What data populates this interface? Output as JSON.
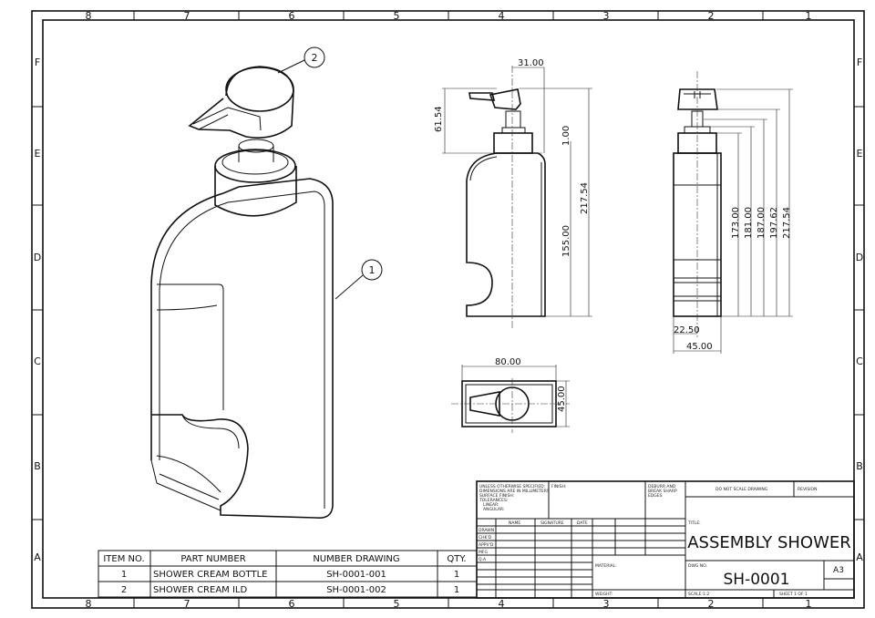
{
  "zones": {
    "columns": [
      "8",
      "7",
      "6",
      "5",
      "4",
      "3",
      "2",
      "1"
    ],
    "rows": [
      "F",
      "E",
      "D",
      "C",
      "B",
      "A"
    ]
  },
  "balloons": [
    "1",
    "2"
  ],
  "dimensions": {
    "front_view": [
      "31.00",
      "61.54",
      "1.00",
      "217.54",
      "155.00"
    ],
    "side_view": [
      "173.00",
      "181.00",
      "187.00",
      "197.62",
      "217.54",
      "22.50",
      "45.00"
    ],
    "top_view": [
      "80.00",
      "45.00"
    ]
  },
  "bom": {
    "headers": [
      "ITEM NO.",
      "PART NUMBER",
      "NUMBER DRAWING",
      "QTY."
    ],
    "rows": [
      [
        "1",
        "SHOWER CREAM BOTTLE",
        "SH-0001-001",
        "1"
      ],
      [
        "2",
        "SHOWER CREAM ILD",
        "SH-0001-002",
        "1"
      ]
    ]
  },
  "title_block": {
    "notes": [
      "UNLESS OTHERWISE SPECIFIED:",
      "DIMENSIONS ARE IN MILLIMETERS",
      "SURFACE FINISH:",
      "TOLERANCES:",
      "LINEAR:",
      "ANGULAR:"
    ],
    "finish": "FINISH:",
    "deburr": [
      "DEBURR AND",
      "BREAK SHARP",
      "EDGES"
    ],
    "do_not_scale": "DO NOT SCALE DRAWING",
    "revision": "REVISION",
    "sig_headers": [
      "NAME",
      "SIGNATURE",
      "DATE"
    ],
    "roles": [
      "DRAWN",
      "CHK'D",
      "APPV'D",
      "MFG",
      "Q.A"
    ],
    "title_label": "TITLE:",
    "title": "ASSEMBLY SHOWER",
    "material": "MATERIAL:",
    "weight": "WEIGHT:",
    "dwg_no_label": "DWG NO.",
    "dwg_no": "SH-0001",
    "size": "A3",
    "scale": "SCALE:1:2",
    "sheet": "SHEET 1 OF 1"
  }
}
